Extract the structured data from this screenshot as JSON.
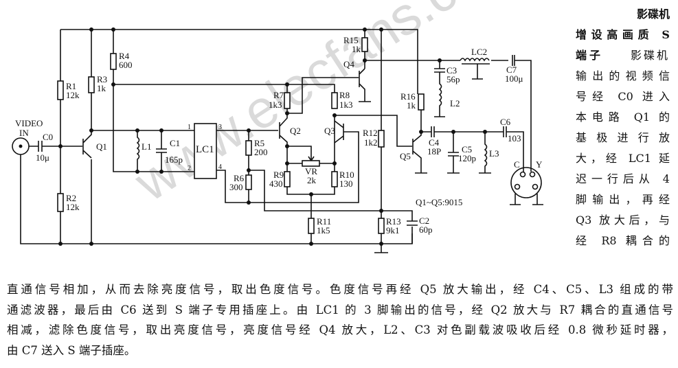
{
  "watermark": "www.elecfans.com",
  "schematic": {
    "input_label_1": "VIDEO",
    "input_label_2": "IN",
    "note": "Q1~Q5:9015",
    "parts": {
      "C0": [
        "C0",
        "10μ"
      ],
      "R1": [
        "R1",
        "12k"
      ],
      "R2": [
        "R2",
        "12k"
      ],
      "R3": [
        "R3",
        "1k"
      ],
      "R4": [
        "R4",
        "600"
      ],
      "Q1": "Q1",
      "L1": "L1",
      "C1": [
        "C1",
        "165p"
      ],
      "LC1": "LC1",
      "pins": [
        "1",
        "2",
        "3",
        "4"
      ],
      "R5": [
        "R5",
        "200"
      ],
      "R6": [
        "R6",
        "300"
      ],
      "R7": [
        "R7",
        "1k3"
      ],
      "R8": [
        "R8",
        "1k3"
      ],
      "Q2": "Q2",
      "Q3": "Q3",
      "VR": [
        "VR",
        "2k"
      ],
      "R9": [
        "R9",
        "430"
      ],
      "R10": [
        "R10",
        "130"
      ],
      "R11": [
        "R11",
        "1k5"
      ],
      "R12": [
        "R12",
        "1k2"
      ],
      "R13": [
        "R13",
        "9k1"
      ],
      "C2": [
        "C2",
        "60p"
      ],
      "R15": [
        "R15",
        "1k"
      ],
      "Q4": "Q4",
      "R16": [
        "R16",
        "1k"
      ],
      "Q5": "Q5",
      "C3": [
        "C3",
        "56p"
      ],
      "L2": "L2",
      "LC2": "LC2",
      "C7": [
        "C7",
        "100μ"
      ],
      "C4": [
        "C4",
        "18P"
      ],
      "C5": [
        "C5",
        "120p"
      ],
      "L3": "L3",
      "C6": [
        "C6",
        "103"
      ],
      "C_pin": "C",
      "Y_pin": "Y"
    }
  },
  "side_text": [
    "影碟机",
    "增设高画质 S",
    "端子",
    "影碟机",
    "输出的视频信",
    "号经 C0 进入",
    "本电路 Q1 的",
    "基极进行放",
    "大，经 LC1 延",
    "迟一行后从 4",
    "脚输出，再经",
    "Q3 放大后，与",
    "经 R8 耦合的"
  ],
  "body_text": [
    "直通信号相加，从而去除亮度信号，取出色度信号。色度信号再经 Q5 放大输出，经 C4、C5、L3 组成的带",
    "通滤波器，最后由 C6 送到 S 端子专用插座上。由 LC1 的 3 脚输出的信号，经 Q2 放大与 R7 耦合的直通信号",
    "相减，滤除色度信号，取出亮度信号，亮度信号经 Q4 放大，L2、C3 对色副载波吸收后经 0.8 微秒延时器，",
    "由 C7 送入 S 端子插座。"
  ]
}
